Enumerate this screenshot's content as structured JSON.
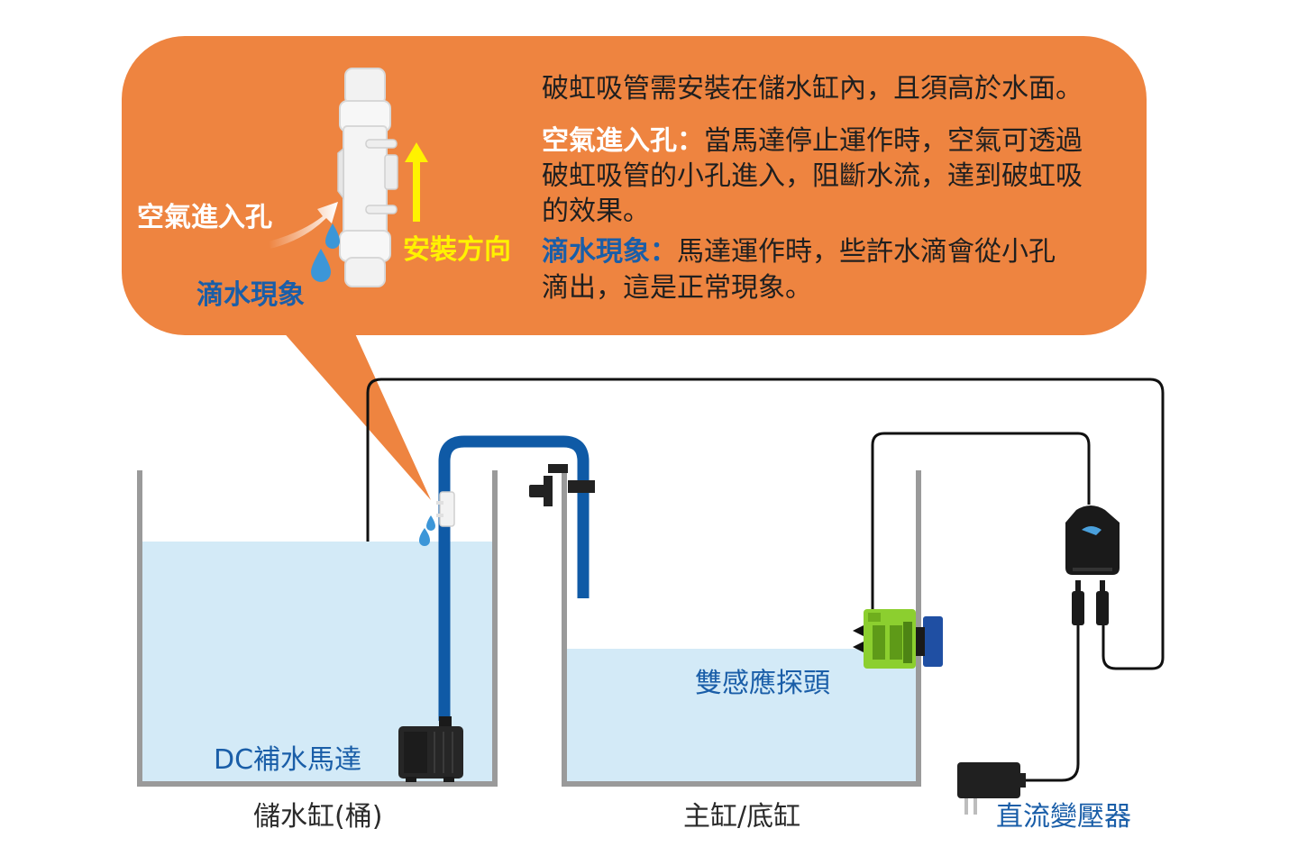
{
  "colors": {
    "bubble": "#ee8440",
    "water": "#d3eaf7",
    "tank_wall": "#9a9a9a",
    "hose": "#0f5aa6",
    "cable": "#111111",
    "sensor": "#8ccf2f",
    "label_blue": "#1a5ea8",
    "arrow_yellow": "#fff200"
  },
  "callout": {
    "intro": "破虹吸管需安裝在儲水缸內，且須高於水面。",
    "air_hole_title": "空氣進入孔：",
    "air_hole_line1": "當馬達停止運作時，空氣可透過",
    "air_hole_line2": "破虹吸管的小孔進入，阻斷水流，達到破虹吸",
    "air_hole_line3": "的效果。",
    "drip_title": "滴水現象：",
    "drip_line1": "馬達運作時，些許水滴會從小孔",
    "drip_line2": "滴出，這是正常現象。",
    "air_hole_label": "空氣進入孔",
    "drip_label": "滴水現象",
    "direction_label": "安裝方向"
  },
  "labels": {
    "reservoir": "儲水缸(桶)",
    "main_tank": "主缸/底缸",
    "pump": "DC補水馬達",
    "sensor": "雙感應探頭",
    "adapter": "直流變壓器"
  }
}
